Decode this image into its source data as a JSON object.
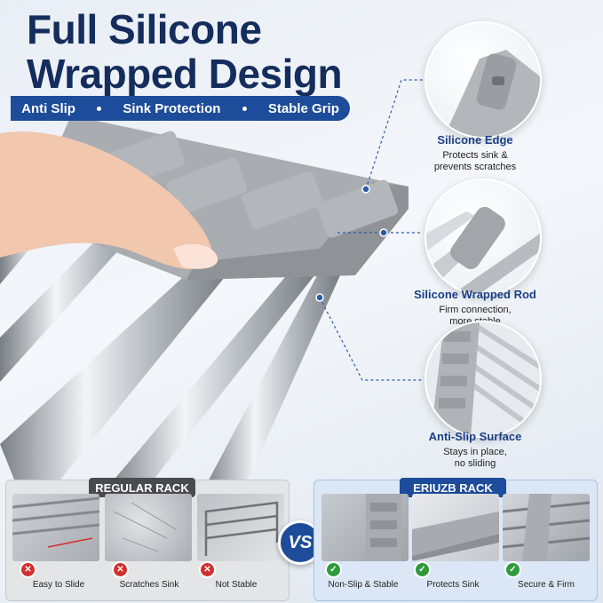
{
  "title": {
    "line1": "Full Silicone",
    "line2": "Wrapped Design"
  },
  "tags": [
    "Anti Slip",
    "Sink Protection",
    "Stable Grip"
  ],
  "features": [
    {
      "title": "Silicone Edge",
      "desc1": "Protects sink &",
      "desc2": "prevents scratches"
    },
    {
      "title": "Silicone Wrapped Rod",
      "desc1": "Firm connection,",
      "desc2": "more stable"
    },
    {
      "title": "Anti-Slip Surface",
      "desc1": "Stays in place,",
      "desc2": "no sliding"
    }
  ],
  "comparison": {
    "regular": {
      "heading": "REGULAR RACK",
      "items": [
        "Easy to Slide",
        "Scratches Sink",
        "Not Stable"
      ]
    },
    "vs": "VS",
    "eriuzb": {
      "heading": "ERIUZB RACK",
      "items": [
        "Non-Slip & Stable",
        "Protects Sink",
        "Secure & Firm"
      ]
    }
  },
  "colors": {
    "navy": "#142d5c",
    "blue": "#1d4c9a",
    "red": "#d32f2f",
    "green": "#2e9a3a"
  }
}
